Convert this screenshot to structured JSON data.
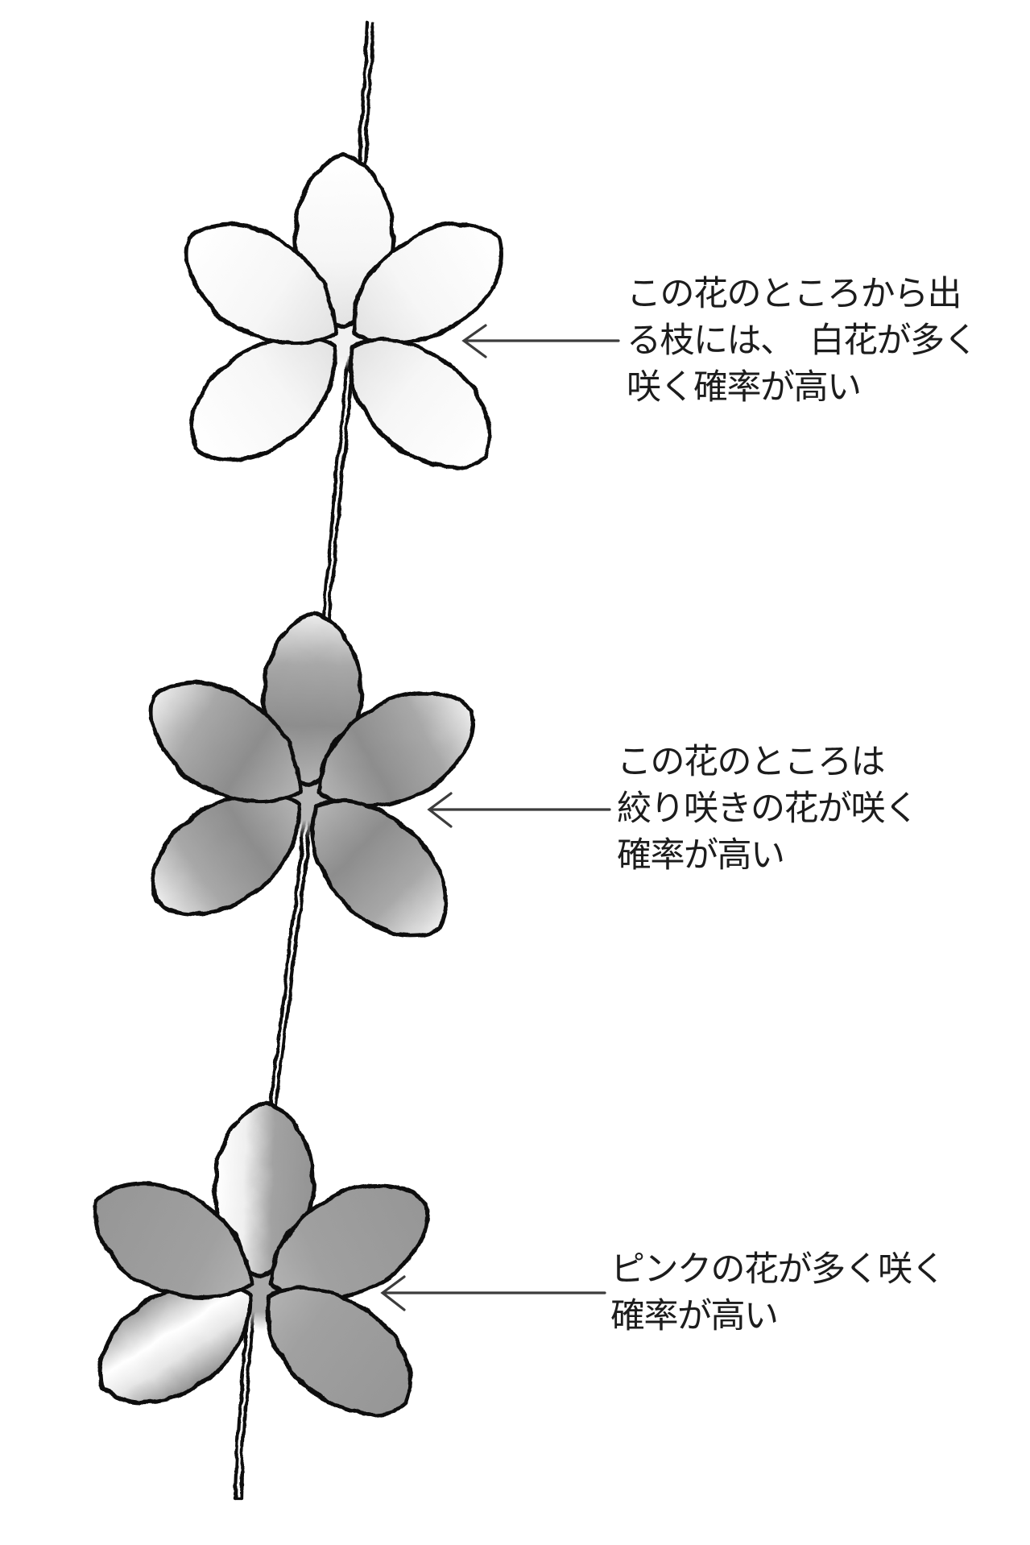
{
  "colors": {
    "background": "#ffffff",
    "ink_outline": "#101010",
    "arrow": "#3c3c3c",
    "text": "#1c1c1c",
    "white_flower_shade": "#e2e2e2",
    "variegated_dark_gray": "#8d8d8d",
    "variegated_center_gray": "#b5b5b5",
    "pink_flower_gray": "#969696"
  },
  "flowers": [
    {
      "name": "white-flower",
      "appearance": "white petals, light shading near center",
      "label_lines": [
        "この花のところから出",
        "る枝には、　白花が多く",
        "咲く確率が高い"
      ]
    },
    {
      "name": "variegated-flower",
      "appearance": "gray gradient (shibori / variegated) petals",
      "label_lines": [
        "この花のところは",
        "絞り咲きの花が咲く",
        "確率が高い"
      ]
    },
    {
      "name": "pink-flower",
      "appearance": "solid gray petals (represents pink) with white streaks",
      "label_lines": [
        "ピンクの花が多く咲く",
        "確率が高い"
      ]
    }
  ]
}
